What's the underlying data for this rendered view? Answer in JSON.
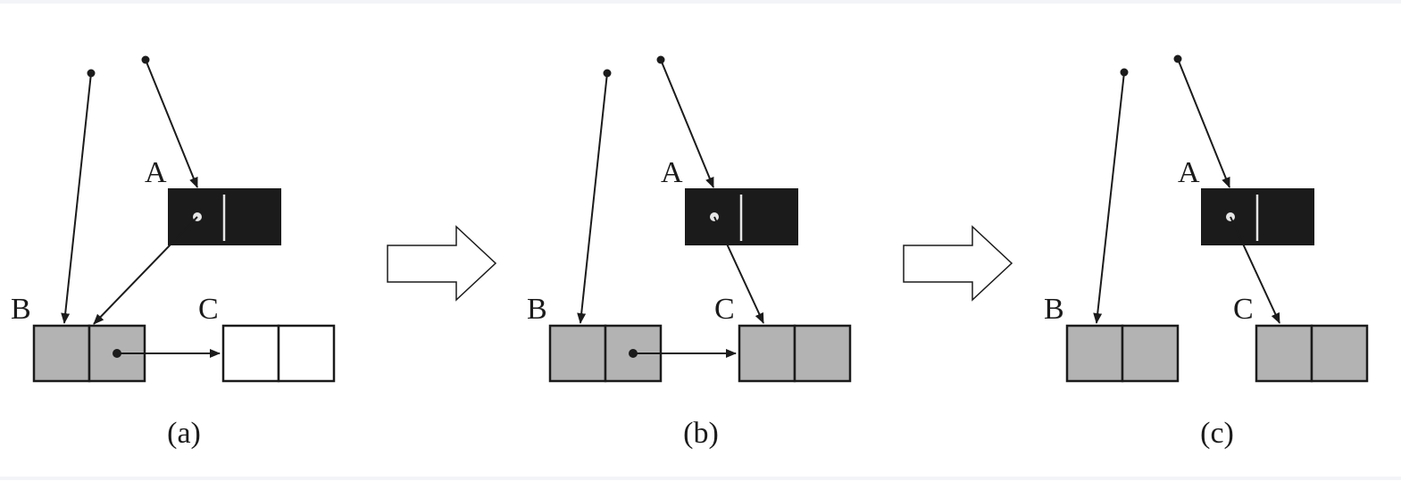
{
  "panels": [
    {
      "caption": "(a)",
      "label_a": "A",
      "label_b": "B",
      "label_c": "C",
      "b_points_to_c": true,
      "c_marked_gray": false
    },
    {
      "caption": "(b)",
      "label_a": "A",
      "label_b": "B",
      "label_c": "C",
      "b_points_to_c": true,
      "c_marked_gray": true
    },
    {
      "caption": "(c)",
      "label_a": "A",
      "label_b": "B",
      "label_c": "C",
      "b_points_to_c": false,
      "c_marked_gray": true
    }
  ],
  "colors": {
    "black_node": "#1b1b1b",
    "gray_node": "#b3b3b3",
    "white_node": "#ffffff",
    "line": "#1b1b1b",
    "inner_pointer_dot": "#e6e6e6"
  },
  "icons": {
    "transition_arrow": "hollow-right-arrow",
    "root_pointer": "dot-arrow"
  }
}
